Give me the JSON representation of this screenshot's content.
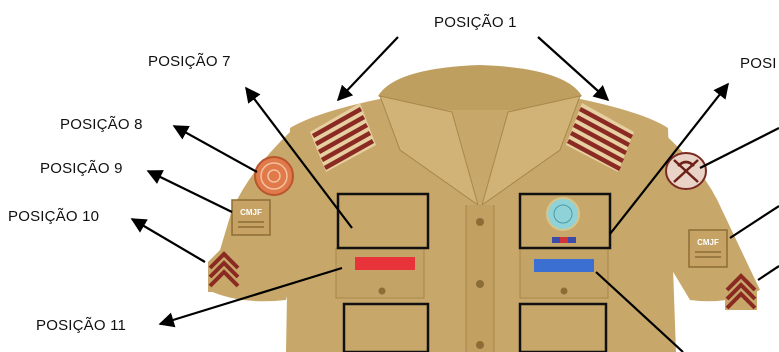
{
  "labels": {
    "pos1": "POSIÇÃO 1",
    "pos7": "POSIÇÃO 7",
    "pos8": "POSIÇÃO 8",
    "pos9": "POSIÇÃO 9",
    "pos10": "POSIÇÃO 10",
    "pos11": "POSIÇÃO 11",
    "pos_right_partial": "POSI"
  },
  "badge_text": {
    "left_sleeve_tab": "CMJF",
    "right_sleeve_tab": "CMJF"
  },
  "colors": {
    "shirt": "#c8a86a",
    "shirt_shade": "#b59456",
    "shirt_dark": "#8c6d35",
    "pocket_border": "#111111",
    "epaulette": "#8a2a22",
    "nameplate_red": "#e8333a",
    "nameplate_blue": "#3b6fd1",
    "emblem_cyan": "#8fd3d8",
    "arrow": "#000000",
    "background": "#ffffff"
  },
  "icons": {
    "left_sleeve_patch": "round-crest-badge",
    "right_sleeve_patch": "crossed-rifles-badge",
    "sleeve_rank": "chevron-stripes",
    "shoulder_rank": "diagonal-epaulette-stripes",
    "chest_emblem": "circular-insignia",
    "ribbon": "service-ribbon"
  }
}
